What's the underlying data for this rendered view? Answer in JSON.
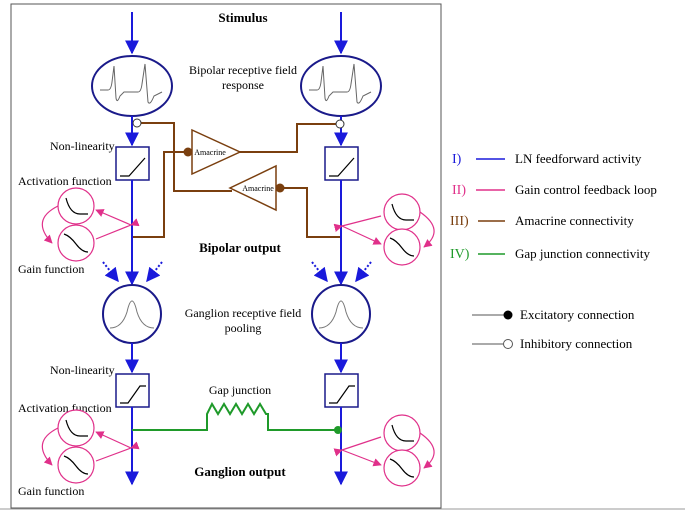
{
  "diagram": {
    "stimulus_label": "Stimulus",
    "bipolar_rf_label_line1": "Bipolar receptive field",
    "bipolar_rf_label_line2": "response",
    "nonlinearity_label": "Non-linearity",
    "activation_label": "Activation function",
    "gain_label": "Gain function",
    "amacrine_label": "Amacrine",
    "bipolar_output_label": "Bipolar output",
    "ganglion_rf_label_line1": "Ganglion receptive field",
    "ganglion_rf_label_line2": "pooling",
    "gap_junction_label": "Gap junction",
    "ganglion_output_label": "Ganglion output"
  },
  "legend": {
    "items": [
      {
        "numeral": "I)",
        "text": "LN feedforward activity",
        "color": "#1a1adb"
      },
      {
        "numeral": "II)",
        "text": "Gain control feedback loop",
        "color": "#e0308a"
      },
      {
        "numeral": "III)",
        "text": "Amacrine connectivity",
        "color": "#7a3f0f"
      },
      {
        "numeral": "IV)",
        "text": "Gap junction connectivity",
        "color": "#1f9a2a"
      }
    ],
    "excitatory_label": "Excitatory connection",
    "inhibitory_label": "Inhibitory connection"
  },
  "colors": {
    "feedforward": "#1a1adb",
    "gain": "#e0308a",
    "amacrine": "#7a3f0f",
    "gap": "#1f9a2a",
    "node": "#1a1a8a"
  }
}
